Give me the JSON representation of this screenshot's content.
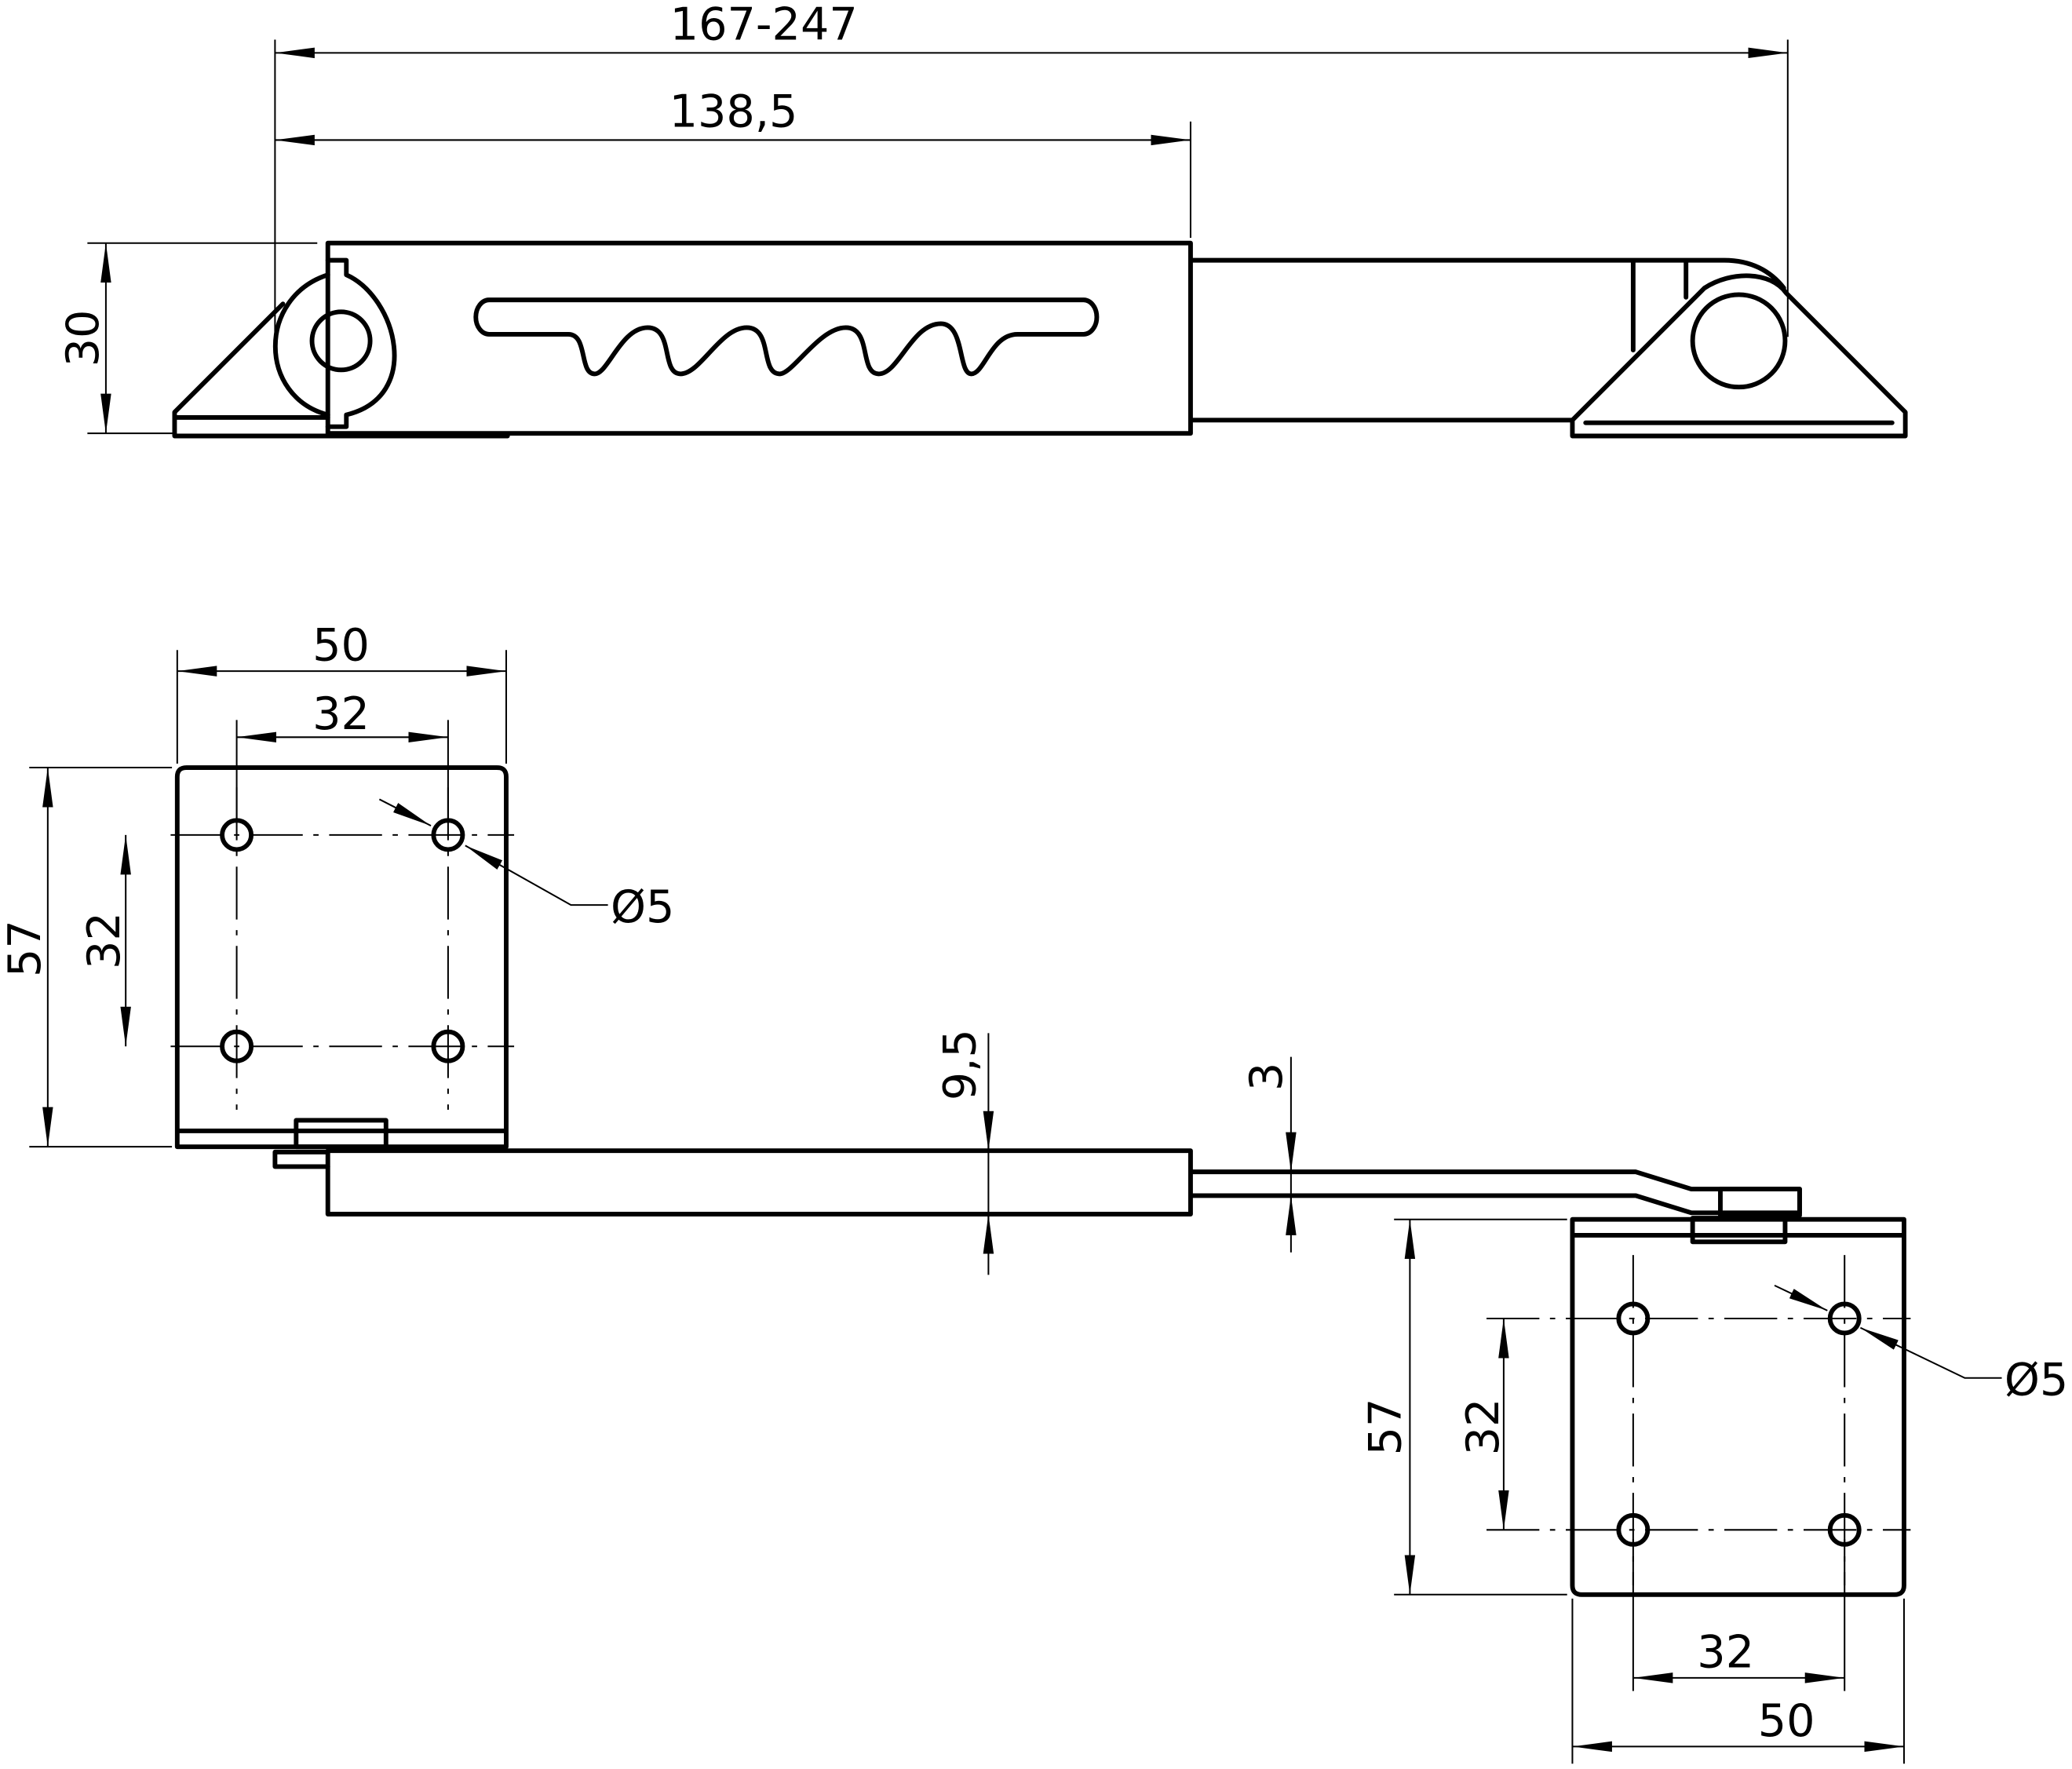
{
  "drawing": {
    "top_view": {
      "overall_length": "167-247",
      "body_length": "138,5",
      "height": "30"
    },
    "plan_view": {
      "left_bracket": {
        "width": "50",
        "hole_spacing_x": "32",
        "height": "57",
        "hole_spacing_y": "32",
        "hole_diameter": "Ø5"
      },
      "body_thickness": "9,5",
      "rod_thickness": "3",
      "right_bracket": {
        "width": "50",
        "hole_spacing_x": "32",
        "height": "57",
        "hole_spacing_y": "32",
        "hole_diameter": "Ø5"
      }
    }
  }
}
